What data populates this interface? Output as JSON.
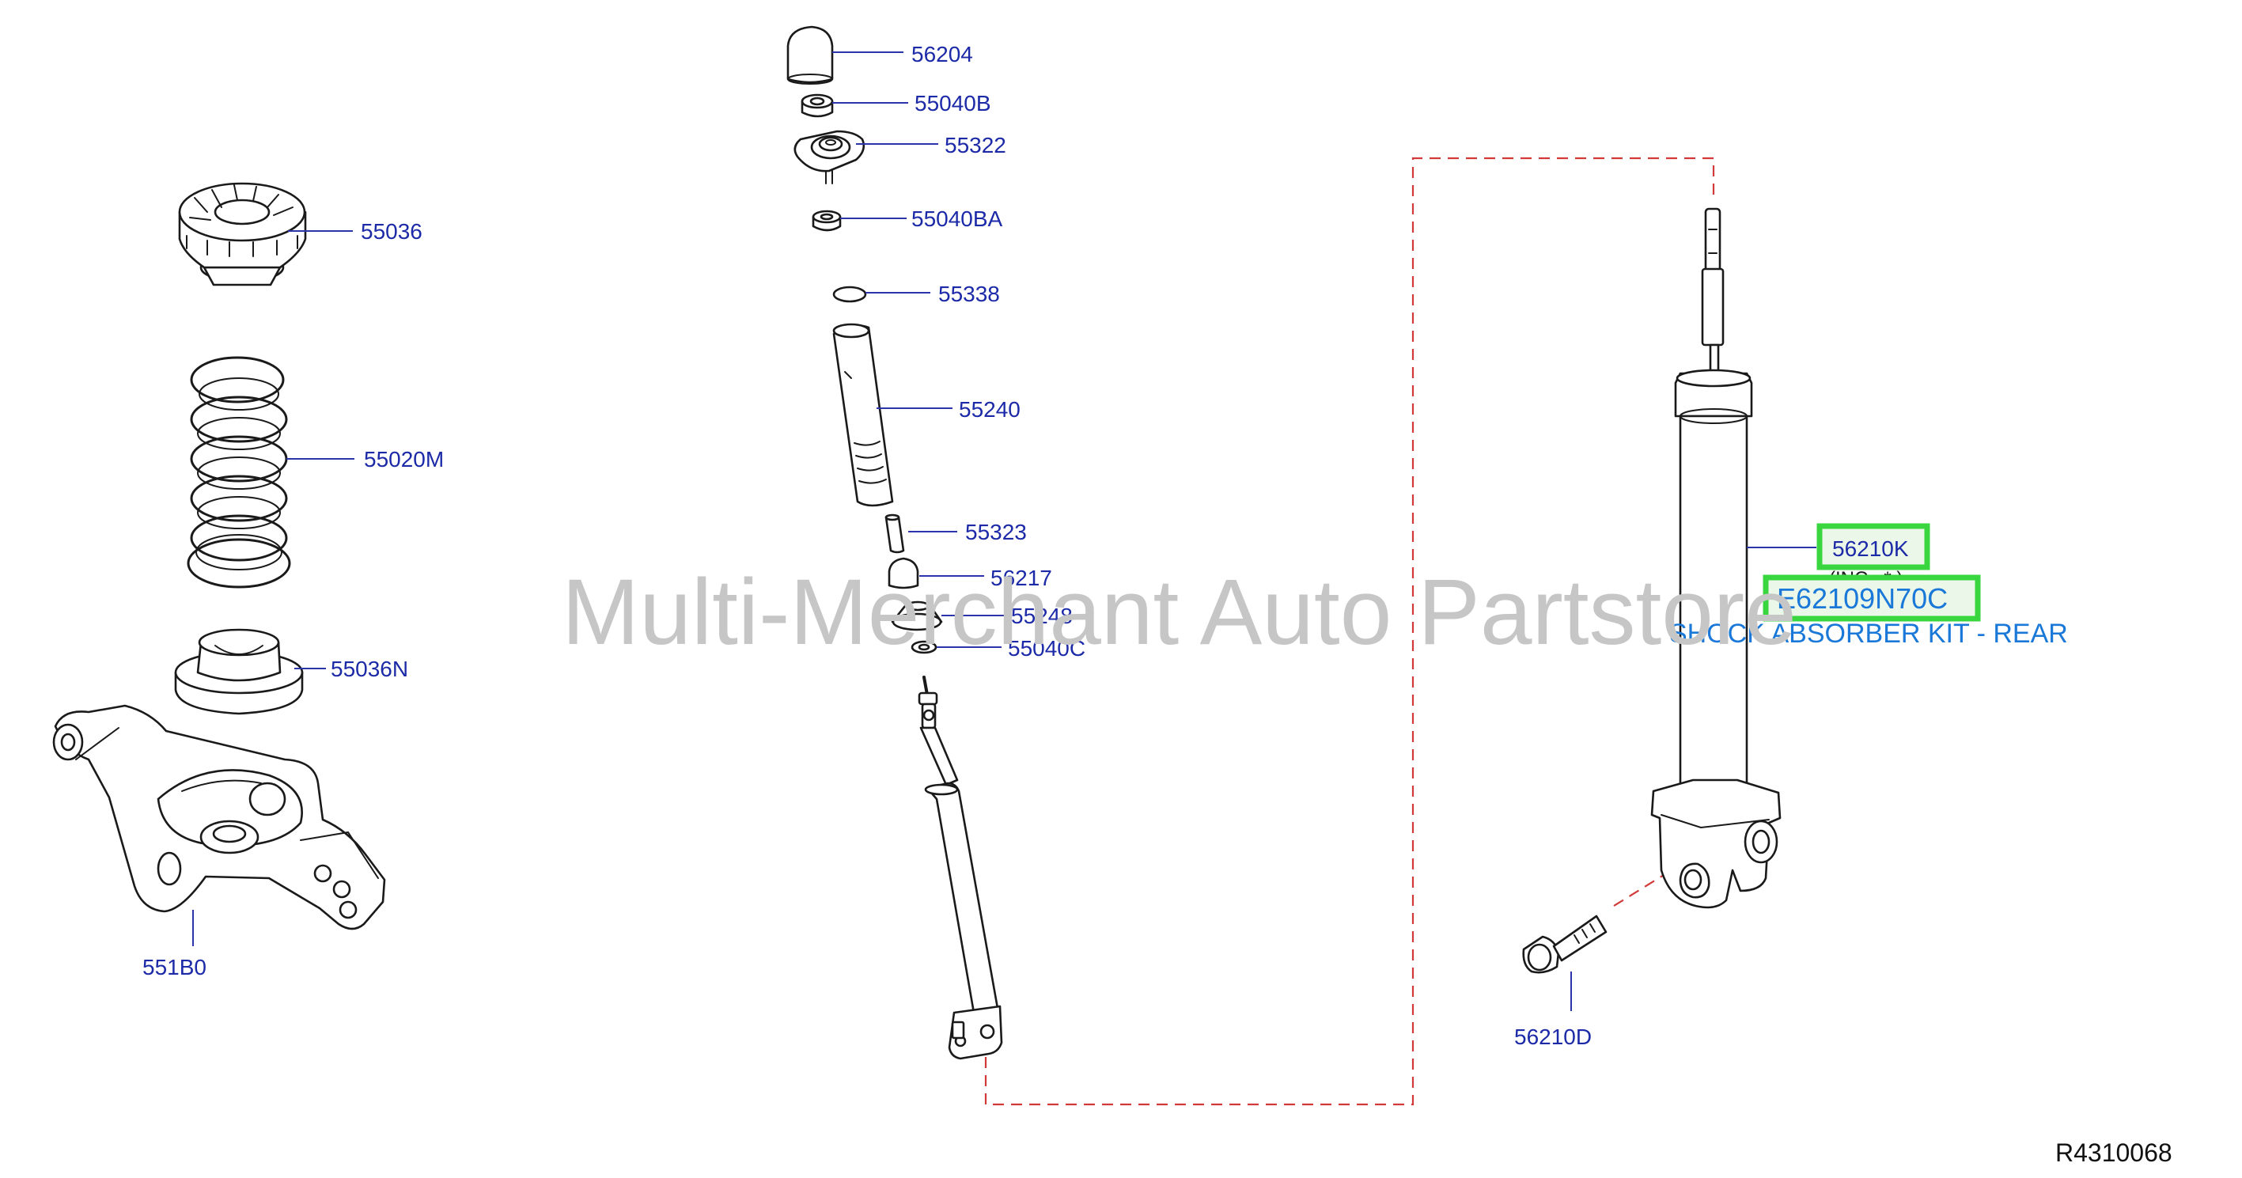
{
  "watermark": "Multi-Merchant Auto Partstore",
  "diagram_code": "R4310068",
  "colors": {
    "label": "#1c2aa8",
    "highlight": "#39d63f",
    "kit_text": "#1a78d8",
    "dashed_line": "#d23a3a",
    "watermark": "#c6c6c6"
  },
  "parts": {
    "p56204": "56204",
    "p55040B": "55040B",
    "p55322": "55322",
    "p55040BA": "55040BA",
    "p55338": "55338",
    "p55240": "55240",
    "p55323": "55323",
    "p56217": "56217",
    "p55248": "55248",
    "p55040C": "55040C",
    "p55036": "55036",
    "p55020M": "55020M",
    "p55036N": "55036N",
    "p551B0": "551B0",
    "p56210K": "56210K",
    "p56210D": "56210D"
  },
  "kit": {
    "inc_note": "(INC...*  )",
    "number": "E62109N70C",
    "title": "SHOCK ABSORBER KIT - REAR"
  }
}
